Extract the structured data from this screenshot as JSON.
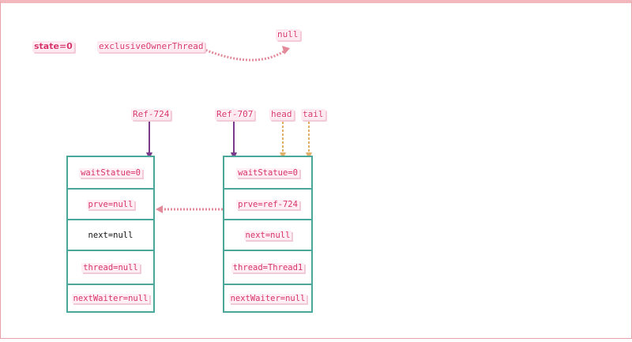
{
  "state": "state=0",
  "exclusive_owner_thread": "exclusiveOwnerThread",
  "owner_value": "null",
  "pointers": {
    "ref724": "Ref-724",
    "ref707": "Ref-707",
    "head": "head",
    "tail": "tail"
  },
  "nodes": [
    {
      "id": "Ref-724",
      "fields": {
        "waitStatus": "waitStatue=0",
        "prev": "prve=null",
        "next": "next=null",
        "thread": "thread=null",
        "nextWaiter": "nextWaiter=null"
      }
    },
    {
      "id": "Ref-707",
      "fields": {
        "waitStatus": "waitStatue=0",
        "prev": "prve=ref-724",
        "next": "next=null",
        "thread": "thread=Thread1",
        "nextWaiter": "nextWaiter=null"
      }
    }
  ],
  "colors": {
    "label": "#d7336a",
    "node_border": "#4aa79a",
    "pointer_arrow": "#7b3b8a",
    "head_tail_arrow": "#e3b06a",
    "dashed_arrow": "#e38a9a",
    "frame_border": "#e7a0a8"
  }
}
